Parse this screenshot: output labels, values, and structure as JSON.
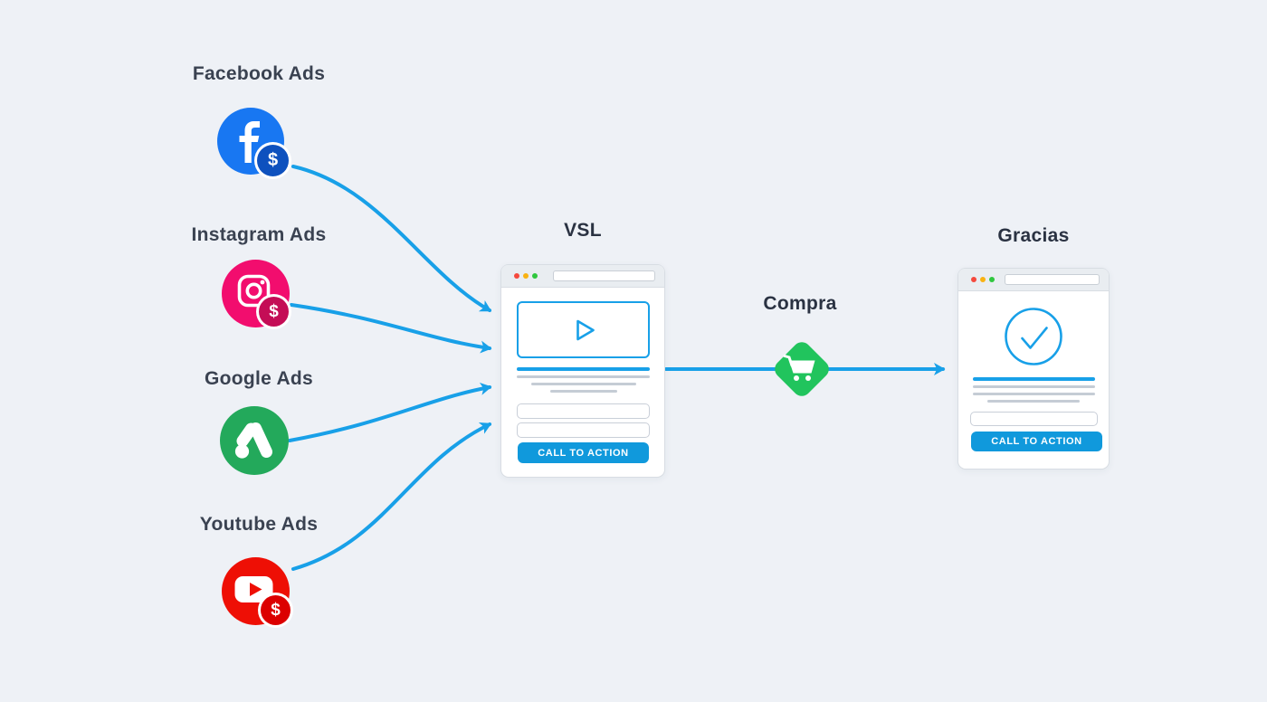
{
  "background_color": "#EEF1F6",
  "accent_blue": "#18A0E8",
  "sources": [
    {
      "label": "Facebook Ads",
      "icon": "facebook-icon",
      "brand_color": "#1877F2",
      "badge_symbol": "$",
      "badge_color": "#0E51BE"
    },
    {
      "label": "Instagram Ads",
      "icon": "instagram-icon",
      "brand_color": "#F20D6E",
      "badge_symbol": "$",
      "badge_color": "#C40D56"
    },
    {
      "label": "Google Ads",
      "icon": "google-ads-icon",
      "brand_color": "#23A95B"
    },
    {
      "label": "Youtube Ads",
      "icon": "youtube-icon",
      "brand_color": "#EE0F05",
      "badge_symbol": "$",
      "badge_color": "#DC0000"
    }
  ],
  "vsl": {
    "title": "VSL",
    "cta_label": "CALL TO ACTION",
    "window_dot_colors": [
      "#F5493D",
      "#F9B212",
      "#2FC73E"
    ]
  },
  "gracias": {
    "title": "Gracias",
    "cta_label": "CALL TO ACTION",
    "window_dot_colors": [
      "#F5493D",
      "#F9B212",
      "#2FC73E"
    ]
  },
  "compra": {
    "label": "Compra",
    "diamond_color": "#21C45D"
  }
}
